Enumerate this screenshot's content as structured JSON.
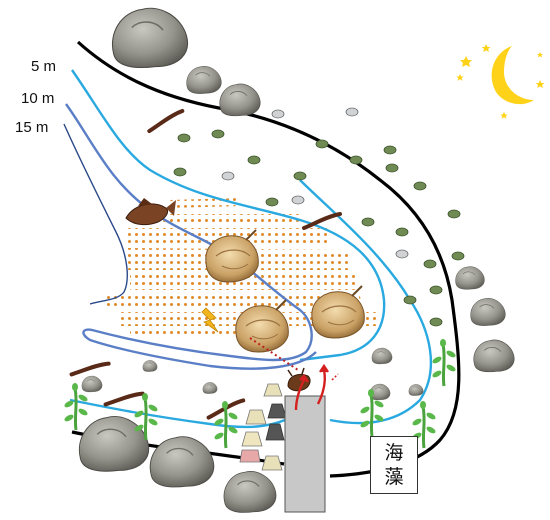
{
  "depth_labels": {
    "d5": "5 m",
    "d10": "10 m",
    "d15": "15 m"
  },
  "seaweed_label": {
    "line1": "海",
    "line2": "藻"
  },
  "colors": {
    "shoreline": "#000000",
    "contour_5m": "#29a9e0",
    "contour_10m": "#5b7fc6",
    "contour_15m": "#2b4a8a",
    "egg_dots": "#e08a2a",
    "moon": "#ffd21a",
    "star": "#ffd21a",
    "rock": "#8c8c86",
    "seaweed": "#5ab84a",
    "fish": "#6b3a1a",
    "pipe": "#c8c8c8",
    "arrow": "#d42020",
    "lightning": "#f2b51c"
  },
  "icons": [
    "moon-icon",
    "star-icon",
    "rock-icon",
    "seaweed-icon",
    "fish-icon",
    "horseshoe-crab-icon",
    "lightning-icon",
    "pipe-icon"
  ]
}
